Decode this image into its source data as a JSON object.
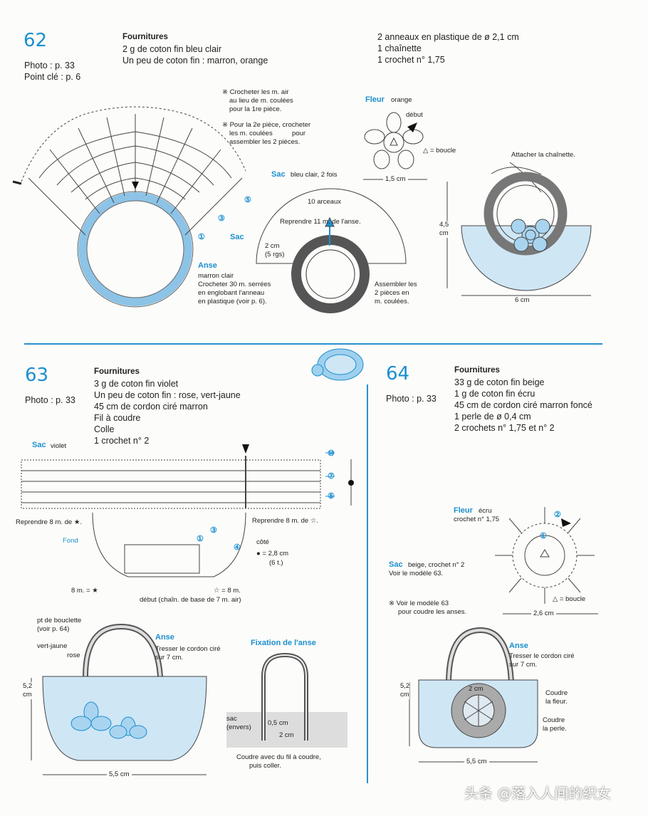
{
  "p62": {
    "number": "62",
    "photo": "Photo : p. 33",
    "point": "Point clé : p. 6",
    "fournitures_title": "Fournitures",
    "f1": "2 g de coton fin bleu clair",
    "f2": "Un peu de coton fin : marron, orange",
    "f3": "2 anneaux en plastique de ø 2,1 cm",
    "f4": "1 chaînette",
    "f5": "1 crochet n° 1,75",
    "note1a": "※ Crocheter les m. air",
    "note1b": "au lieu de m. coulées",
    "note1c": "pour la 1re pièce.",
    "note2a": "※ Pour la 2e pièce, crocheter",
    "note2b": "les m. coulées",
    "note2c": "pour",
    "note2d": "assembler les 2 pièces.",
    "sac_label": "Sac",
    "anse_label": "Anse",
    "anse1": "marron clair",
    "anse2": "Crocheter 30 m. serrées",
    "anse3": "en englobant l'anneau",
    "anse4": "en plastique (voir p. 6).",
    "sac2_label": "Sac",
    "sac2_desc": "bleu clair, 2 fois",
    "arceaux": "10 arceaux",
    "reprendre": "Reprendre 11 m. de l'anse.",
    "cm2": "2 cm",
    "rgs5": "(5 rgs)",
    "assembler1": "Assembler les",
    "assembler2": "2 pièces en",
    "assembler3": "m. coulées.",
    "fleur_label": "Fleur",
    "fleur_color": "orange",
    "debut": "début",
    "boucle": "△ = boucle",
    "cm15": "1,5 cm",
    "attacher": "Attacher la chaînette.",
    "h45a": "4,5",
    "h45b": "cm",
    "w6": "6 cm",
    "r1": "①",
    "r3": "③",
    "r5": "⑤"
  },
  "p63": {
    "number": "63",
    "photo": "Photo : p. 33",
    "fournitures_title": "Fournitures",
    "f1": "3 g de coton fin violet",
    "f2": "Un peu de coton fin : rose, vert-jaune",
    "f3": "45 cm de cordon ciré marron",
    "f4": "Fil à coudre",
    "f5": "Colle",
    "f6": "1 crochet n° 2",
    "sac_label": "Sac",
    "sac_color": "violet",
    "r10": "⑩",
    "r7": "⑦",
    "r5": "⑤",
    "r1": "①",
    "r3": "③",
    "r4": "④",
    "reprendre_l": "Reprendre 8 m. de ★.",
    "reprendre_r": "Reprendre 8 m. de ☆.",
    "fond": "Fond",
    "cote": "côté",
    "cote_val": "● = 2,8 cm",
    "cote_t": "(6 t.)",
    "star_l": "8 m. = ★",
    "star_r": "☆ = 8 m.",
    "debut": "début (chaîn. de base de 7 m. air)",
    "pt1": "pt de bouclette",
    "pt2": "(voir p. 64)",
    "vert": "vert-jaune",
    "rose": "rose",
    "anse_label": "Anse",
    "anse1": "Tresser le cordon ciré",
    "anse2": "sur 7 cm.",
    "h52a": "5,2",
    "h52b": "cm",
    "w55": "5,5 cm",
    "fix_title": "Fixation de l'anse",
    "sac_env1": "sac",
    "sac_env2": "(envers)",
    "cm05": "0,5 cm",
    "cm2": "2 cm",
    "coudre1": "Coudre avec du fil à coudre,",
    "coudre2": "puis coller."
  },
  "p64": {
    "number": "64",
    "photo": "Photo : p. 33",
    "fournitures_title": "Fournitures",
    "f1": "33 g de coton fin beige",
    "f2": "1 g de coton fin écru",
    "f3": "45 cm de cordon ciré marron foncé",
    "f4": "1 perle de ø 0,4 cm",
    "f5": "2 crochets n° 1,75 et n° 2",
    "fleur_label": "Fleur",
    "fleur_color": "écru",
    "fleur_crochet": "crochet n° 1,75",
    "r1": "①",
    "r2": "②",
    "boucle": "△ = boucle",
    "cm26": "2,6 cm",
    "sac_label": "Sac",
    "sac_desc": "beige, crochet n° 2",
    "sac_voir": "Voir le modèle 63.",
    "voir1": "※ Voir le modèle 63",
    "voir2": "pour coudre les anses.",
    "anse_label": "Anse",
    "anse1": "Tresser le cordon ciré",
    "anse2": "sur 7 cm.",
    "cm2": "2 cm",
    "coudre_fleur1": "Coudre",
    "coudre_fleur2": "la fleur.",
    "coudre_perle1": "Coudre",
    "coudre_perle2": "la perle.",
    "h52a": "5,2",
    "h52b": "cm",
    "w55": "5,5 cm"
  },
  "watermark": "头条 @落入人间的织女",
  "colors": {
    "accent": "#1b8fd0",
    "light_blue": "#cfe6f5",
    "divider": "#2a8fd0"
  }
}
